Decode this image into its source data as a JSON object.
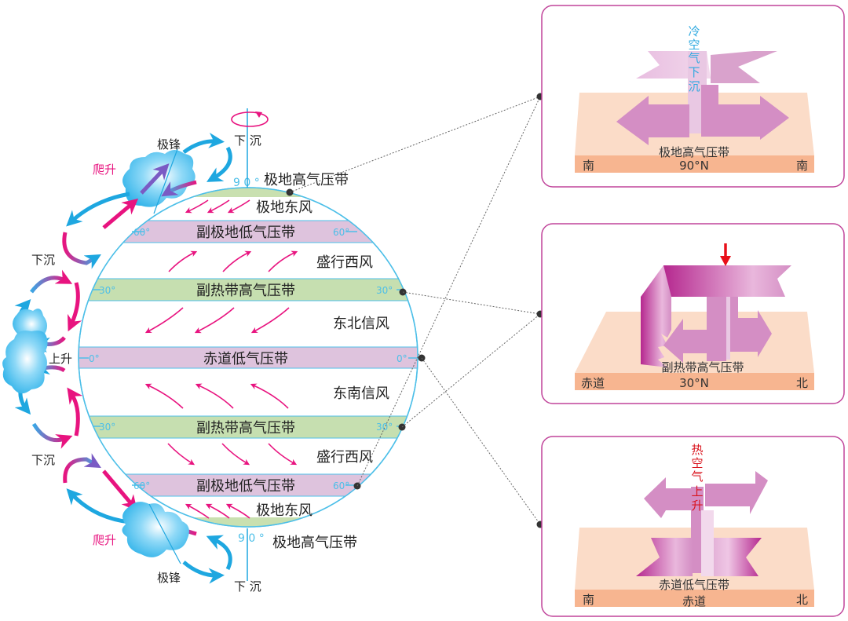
{
  "globe": {
    "axis_top_label": "下 沉",
    "axis_bottom_label": "下 沉",
    "north_pole_deg": "9 0 °",
    "south_pole_deg": "9 0 °",
    "bands": [
      {
        "id": "n-polar-high",
        "label": "极地高气压带",
        "color": "#c9e0b0"
      },
      {
        "id": "n-subpolar-low",
        "label": "副极地低气压带",
        "deg": "60°",
        "color": "#dec3dd"
      },
      {
        "id": "n-subtropical-high",
        "label": "副热带高气压带",
        "deg": "30°",
        "color": "#c6dfb0"
      },
      {
        "id": "equatorial-low",
        "label": "赤道低气压带",
        "deg": "0°",
        "color": "#dec3dd"
      },
      {
        "id": "s-subtropical-high",
        "label": "副热带高气压带",
        "deg": "30°",
        "color": "#c6dfb0"
      },
      {
        "id": "s-subpolar-low",
        "label": "副极地低气压带",
        "deg": "60°",
        "color": "#dec3dd"
      },
      {
        "id": "s-polar-high",
        "label": "极地高气压带",
        "color": "#c9e0b0"
      }
    ],
    "winds": {
      "n_polar_easterlies": "极地东风",
      "n_westerlies": "盛行西风",
      "ne_trades": "东北信风",
      "se_trades": "东南信风",
      "s_westerlies": "盛行西风",
      "s_polar_easterlies": "极地东风"
    },
    "side_labels": {
      "polar_front_top": "极锋",
      "polar_front_bottom": "极锋",
      "climb_top": "爬升",
      "climb_bottom": "爬升",
      "sink_upper": "下沉",
      "sink_lower": "下沉",
      "rise": "上升"
    },
    "colors": {
      "outline": "#4dbfe8",
      "wind_arrow": "#e8137f",
      "cloud": "#5ec8f0"
    }
  },
  "panels": [
    {
      "id": "polar-high-panel",
      "vertical_label": [
        "冷",
        "空",
        "气",
        "下",
        "沉"
      ],
      "vertical_label_color": "#2fa9e0",
      "belt_label": "极地高气压带",
      "left": "南",
      "center": "90°N",
      "right": "南"
    },
    {
      "id": "subtropical-high-panel",
      "belt_label": "副热带高气压带",
      "left": "赤道",
      "center": "30°N",
      "right": "北",
      "marker_color": "#e8101a"
    },
    {
      "id": "equatorial-low-panel",
      "vertical_label": [
        "热",
        "空",
        "气",
        "上",
        "升"
      ],
      "vertical_label_color": "#d9141e",
      "belt_label": "赤道低气压带",
      "left": "南",
      "center": "赤道",
      "right": "北"
    }
  ],
  "theme": {
    "panel_border": "#c0449a",
    "platform_top": "#fbdcc8",
    "platform_front": "#f7b590",
    "arrow_pink": "#d48ec4",
    "arrow_magenta": "#b5288f"
  }
}
